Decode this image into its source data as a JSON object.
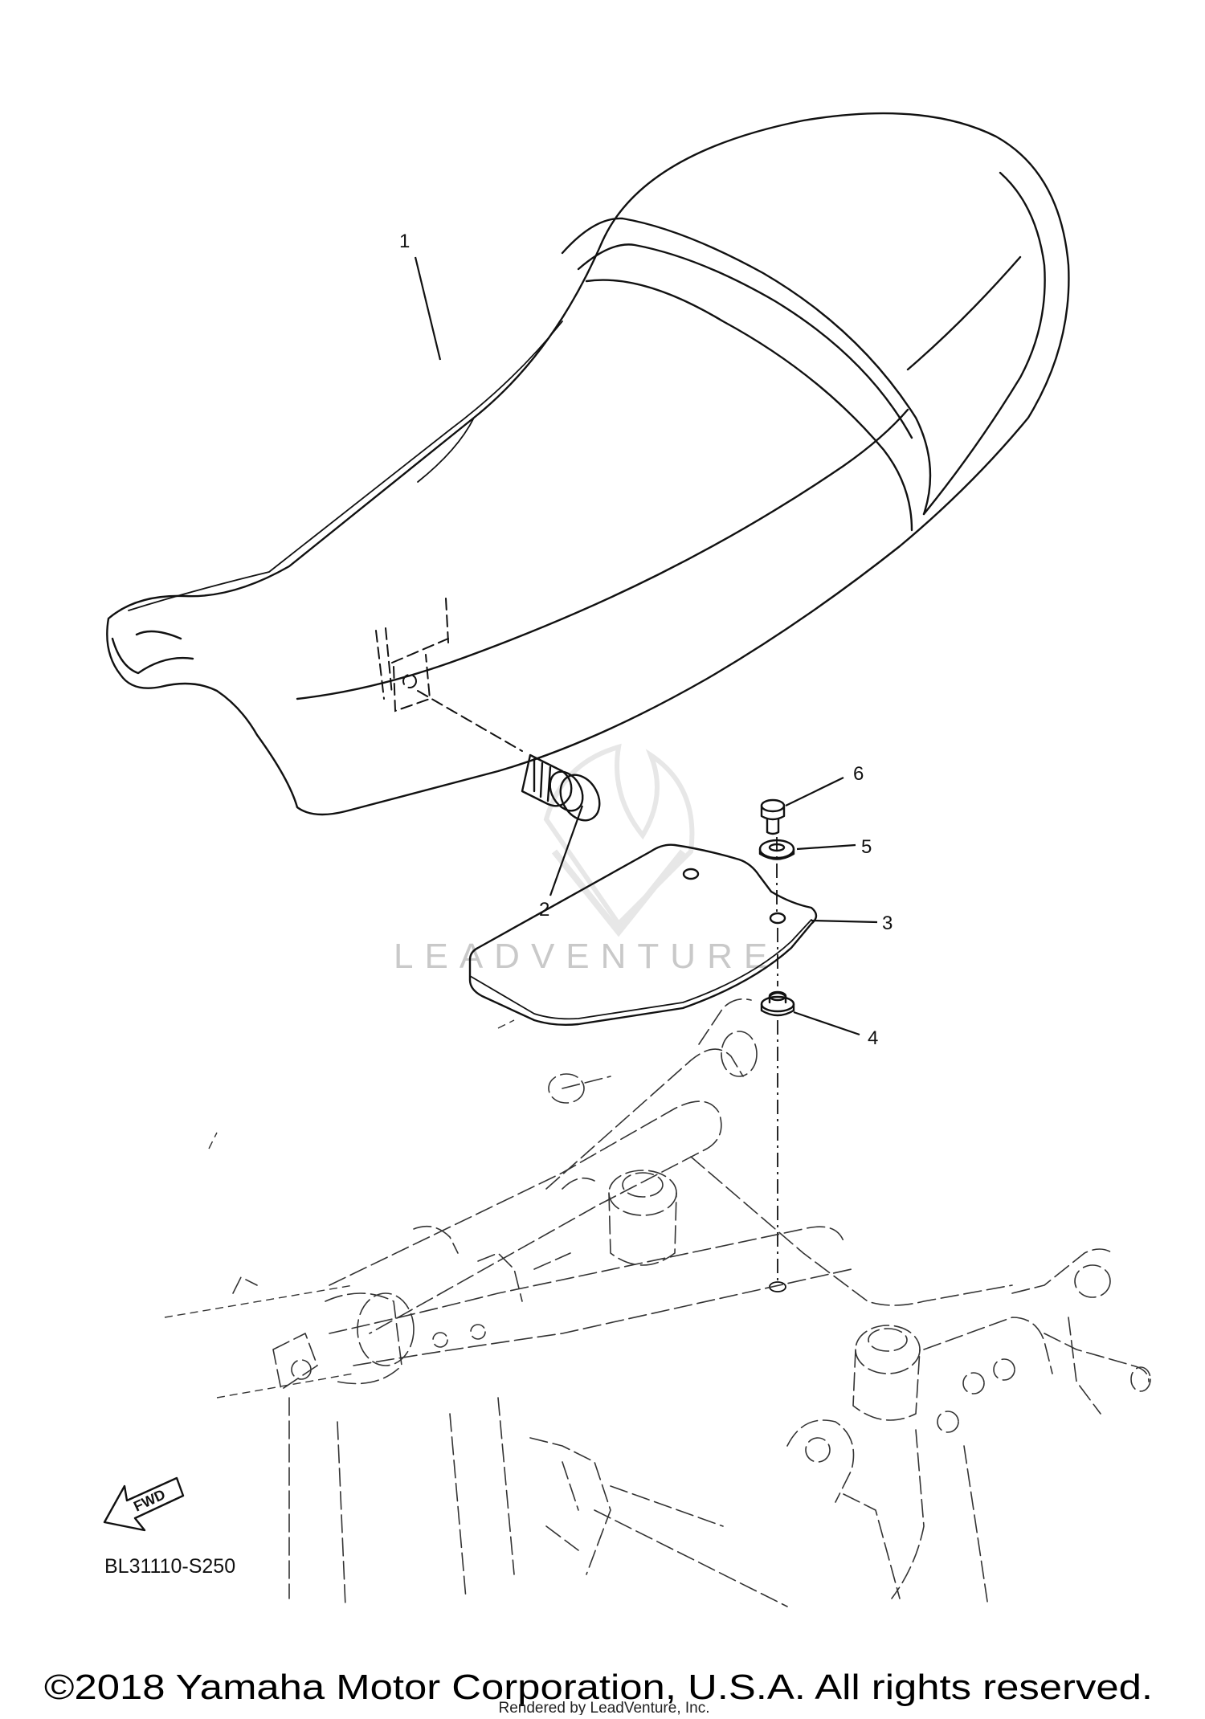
{
  "diagram": {
    "callouts": [
      {
        "id": "1",
        "label": "1"
      },
      {
        "id": "2",
        "label": "2"
      },
      {
        "id": "3",
        "label": "3"
      },
      {
        "id": "4",
        "label": "4"
      },
      {
        "id": "5",
        "label": "5"
      },
      {
        "id": "6",
        "label": "6"
      }
    ],
    "fwd_label": "FWD",
    "drawing_code": "BL31110-S250"
  },
  "watermark": {
    "text": "LEADVENTURE"
  },
  "footer": {
    "copyright": "©2018 Yamaha Motor Corporation, U.S.A. All rights reserved.",
    "rendered_by": "Rendered by LeadVenture, Inc."
  }
}
